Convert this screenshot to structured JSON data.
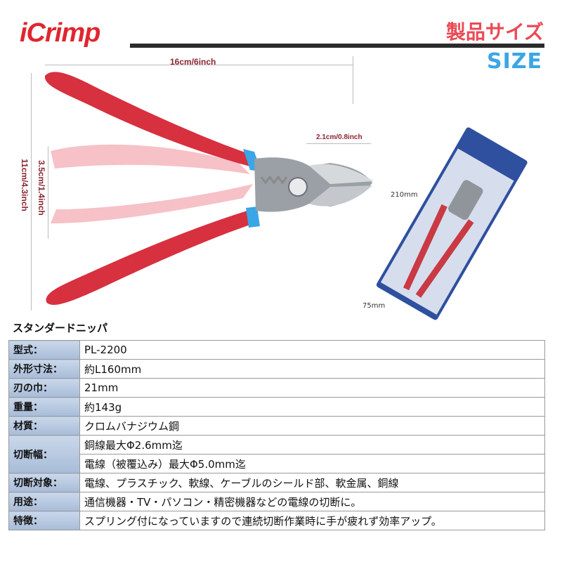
{
  "brand": "iCrimp",
  "header": {
    "title_jp": "製品サイズ",
    "title_en": "SIZE"
  },
  "dimensions": {
    "length": "16cm/6inch",
    "height": "11cm/4.3inch",
    "opening": "3.5cm/1.4inch",
    "blade": "2.1cm/0.8inch",
    "package_height": "210mm",
    "package_width": "75mm"
  },
  "product_name": "スタンダードニッパ",
  "specs": [
    {
      "label": "型式：",
      "value": "PL-2200"
    },
    {
      "label": "外形寸法：",
      "value": "約L160mm"
    },
    {
      "label": "刃の巾：",
      "value": "21mm"
    },
    {
      "label": "重量：",
      "value": "約143g"
    },
    {
      "label": "材質：",
      "value": "クロムバナジウム鋼"
    },
    {
      "label": "切断幅：",
      "value": "銅線最大Φ2.6mm迄",
      "value2": "電線（被覆込み）最大Φ5.0mm迄"
    },
    {
      "label": "切断対象：",
      "value": "電線、プラスチック、軟線、ケーブルのシールド部、軟金属、銅線"
    },
    {
      "label": "用途：",
      "value": "通信機器・TV・パソコン・精密機器などの電線の切断に。"
    },
    {
      "label": "特徴：",
      "value": "スプリング付になっていますので連続切断作業時に手が疲れず効率アップ。"
    }
  ],
  "colors": {
    "brand_red": "#e0262f",
    "accent_blue": "#3aa6e6",
    "handle_red": "#d7303f",
    "header_cell": "#b7c8e0"
  }
}
